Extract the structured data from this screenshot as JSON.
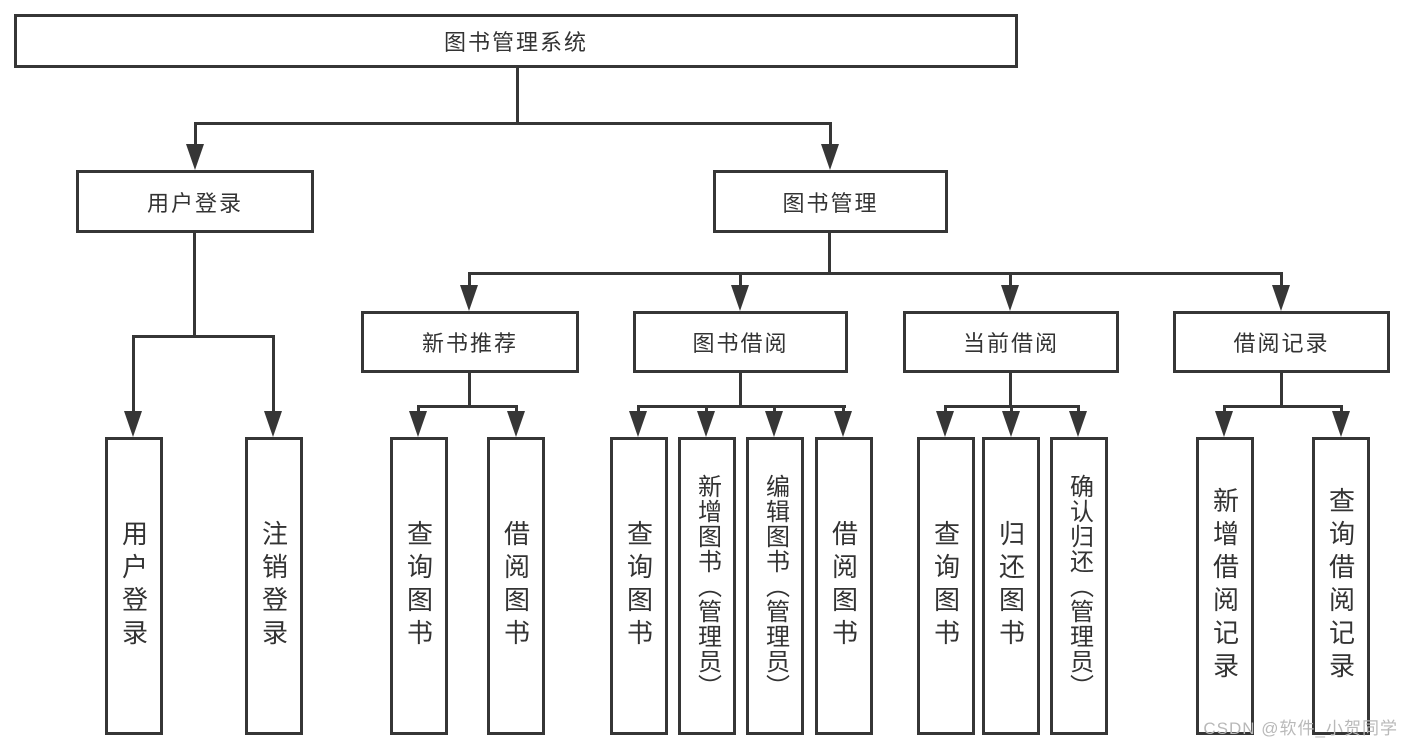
{
  "tree": {
    "label": "图书管理系统",
    "children": [
      {
        "label": "用户登录",
        "children": [
          {
            "label": "用户登录"
          },
          {
            "label": "注销登录"
          }
        ]
      },
      {
        "label": "图书管理",
        "children": [
          {
            "label": "新书推荐",
            "children": [
              {
                "label": "查询图书"
              },
              {
                "label": "借阅图书"
              }
            ]
          },
          {
            "label": "图书借阅",
            "children": [
              {
                "label": "查询图书"
              },
              {
                "label": "新增图书（管理员）"
              },
              {
                "label": "编辑图书（管理员）"
              },
              {
                "label": "借阅图书"
              }
            ]
          },
          {
            "label": "当前借阅",
            "children": [
              {
                "label": "查询图书"
              },
              {
                "label": "归还图书"
              },
              {
                "label": "确认归还（管理员）"
              }
            ]
          },
          {
            "label": "借阅记录",
            "children": [
              {
                "label": "新增借阅记录"
              },
              {
                "label": "查询借阅记录"
              }
            ]
          }
        ]
      }
    ]
  },
  "watermark": {
    "text": "CSDN @软件_小贺同学"
  },
  "colors": {
    "stroke": "#363636",
    "text": "#333333",
    "watermark": "#b9b9b9"
  }
}
